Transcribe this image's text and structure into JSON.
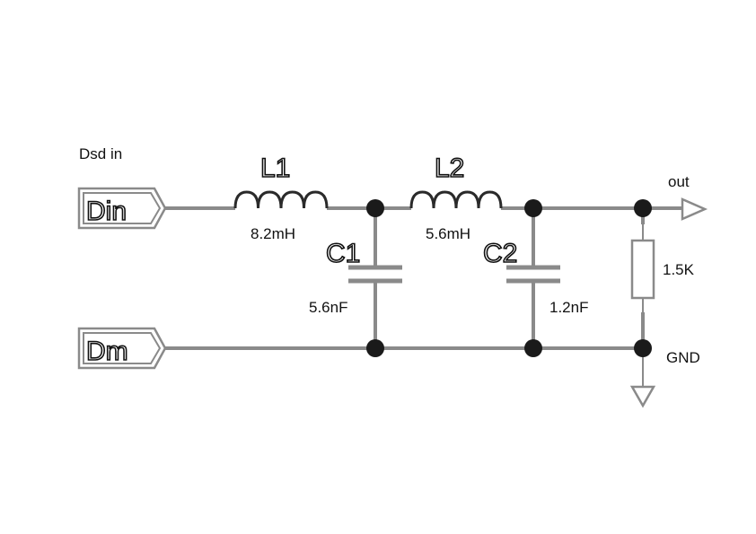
{
  "title": "Dsd in",
  "ports": {
    "din": "Din",
    "dm": "Dm",
    "out": "out",
    "gnd": "GND"
  },
  "components": {
    "l1": {
      "ref": "L1",
      "value": "8.2mH"
    },
    "l2": {
      "ref": "L2",
      "value": "5.6mH"
    },
    "c1": {
      "ref": "C1",
      "value": "5.6nF"
    },
    "c2": {
      "ref": "C2",
      "value": "1.2nF"
    },
    "r1": {
      "value": "1.5K"
    }
  }
}
